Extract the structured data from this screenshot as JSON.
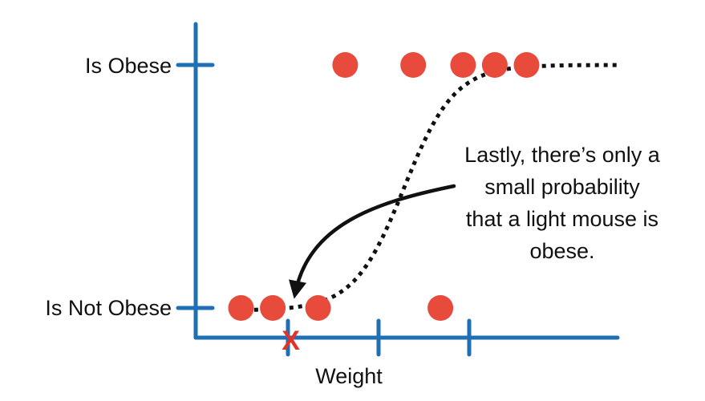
{
  "chart_data": {
    "type": "scatter",
    "title": "",
    "xlabel": "Weight",
    "ylabel": "",
    "y_categories": [
      "Is Not Obese",
      "Is Obese"
    ],
    "x_tick_count": 3,
    "points": [
      {
        "x": 0.5,
        "y": 0
      },
      {
        "x": 0.85,
        "y": 0
      },
      {
        "x": 1.35,
        "y": 0
      },
      {
        "x": 2.7,
        "y": 0
      },
      {
        "x": 1.65,
        "y": 1
      },
      {
        "x": 2.4,
        "y": 1
      },
      {
        "x": 2.95,
        "y": 1
      },
      {
        "x": 3.3,
        "y": 1
      },
      {
        "x": 3.65,
        "y": 1
      }
    ],
    "curve": {
      "label": "logistic fit",
      "style": "dotted",
      "x_range": [
        0.45,
        4.65
      ]
    },
    "highlight": {
      "symbol": "X",
      "x": 1.05,
      "y": 0
    },
    "xlim": [
      0,
      4.65
    ],
    "ylim": [
      -0.12,
      1.12
    ],
    "grid": false,
    "legend": "none",
    "colors": {
      "axis": "#1f6fb5",
      "points": "#e84a3c",
      "curve": "#111111",
      "highlight": "#e0342a"
    }
  },
  "annotation": {
    "lines": [
      "Lastly, there’s only a",
      "small probability",
      "that a light mouse is",
      "obese."
    ],
    "arrow": "curved-arrow-to-highlight"
  }
}
